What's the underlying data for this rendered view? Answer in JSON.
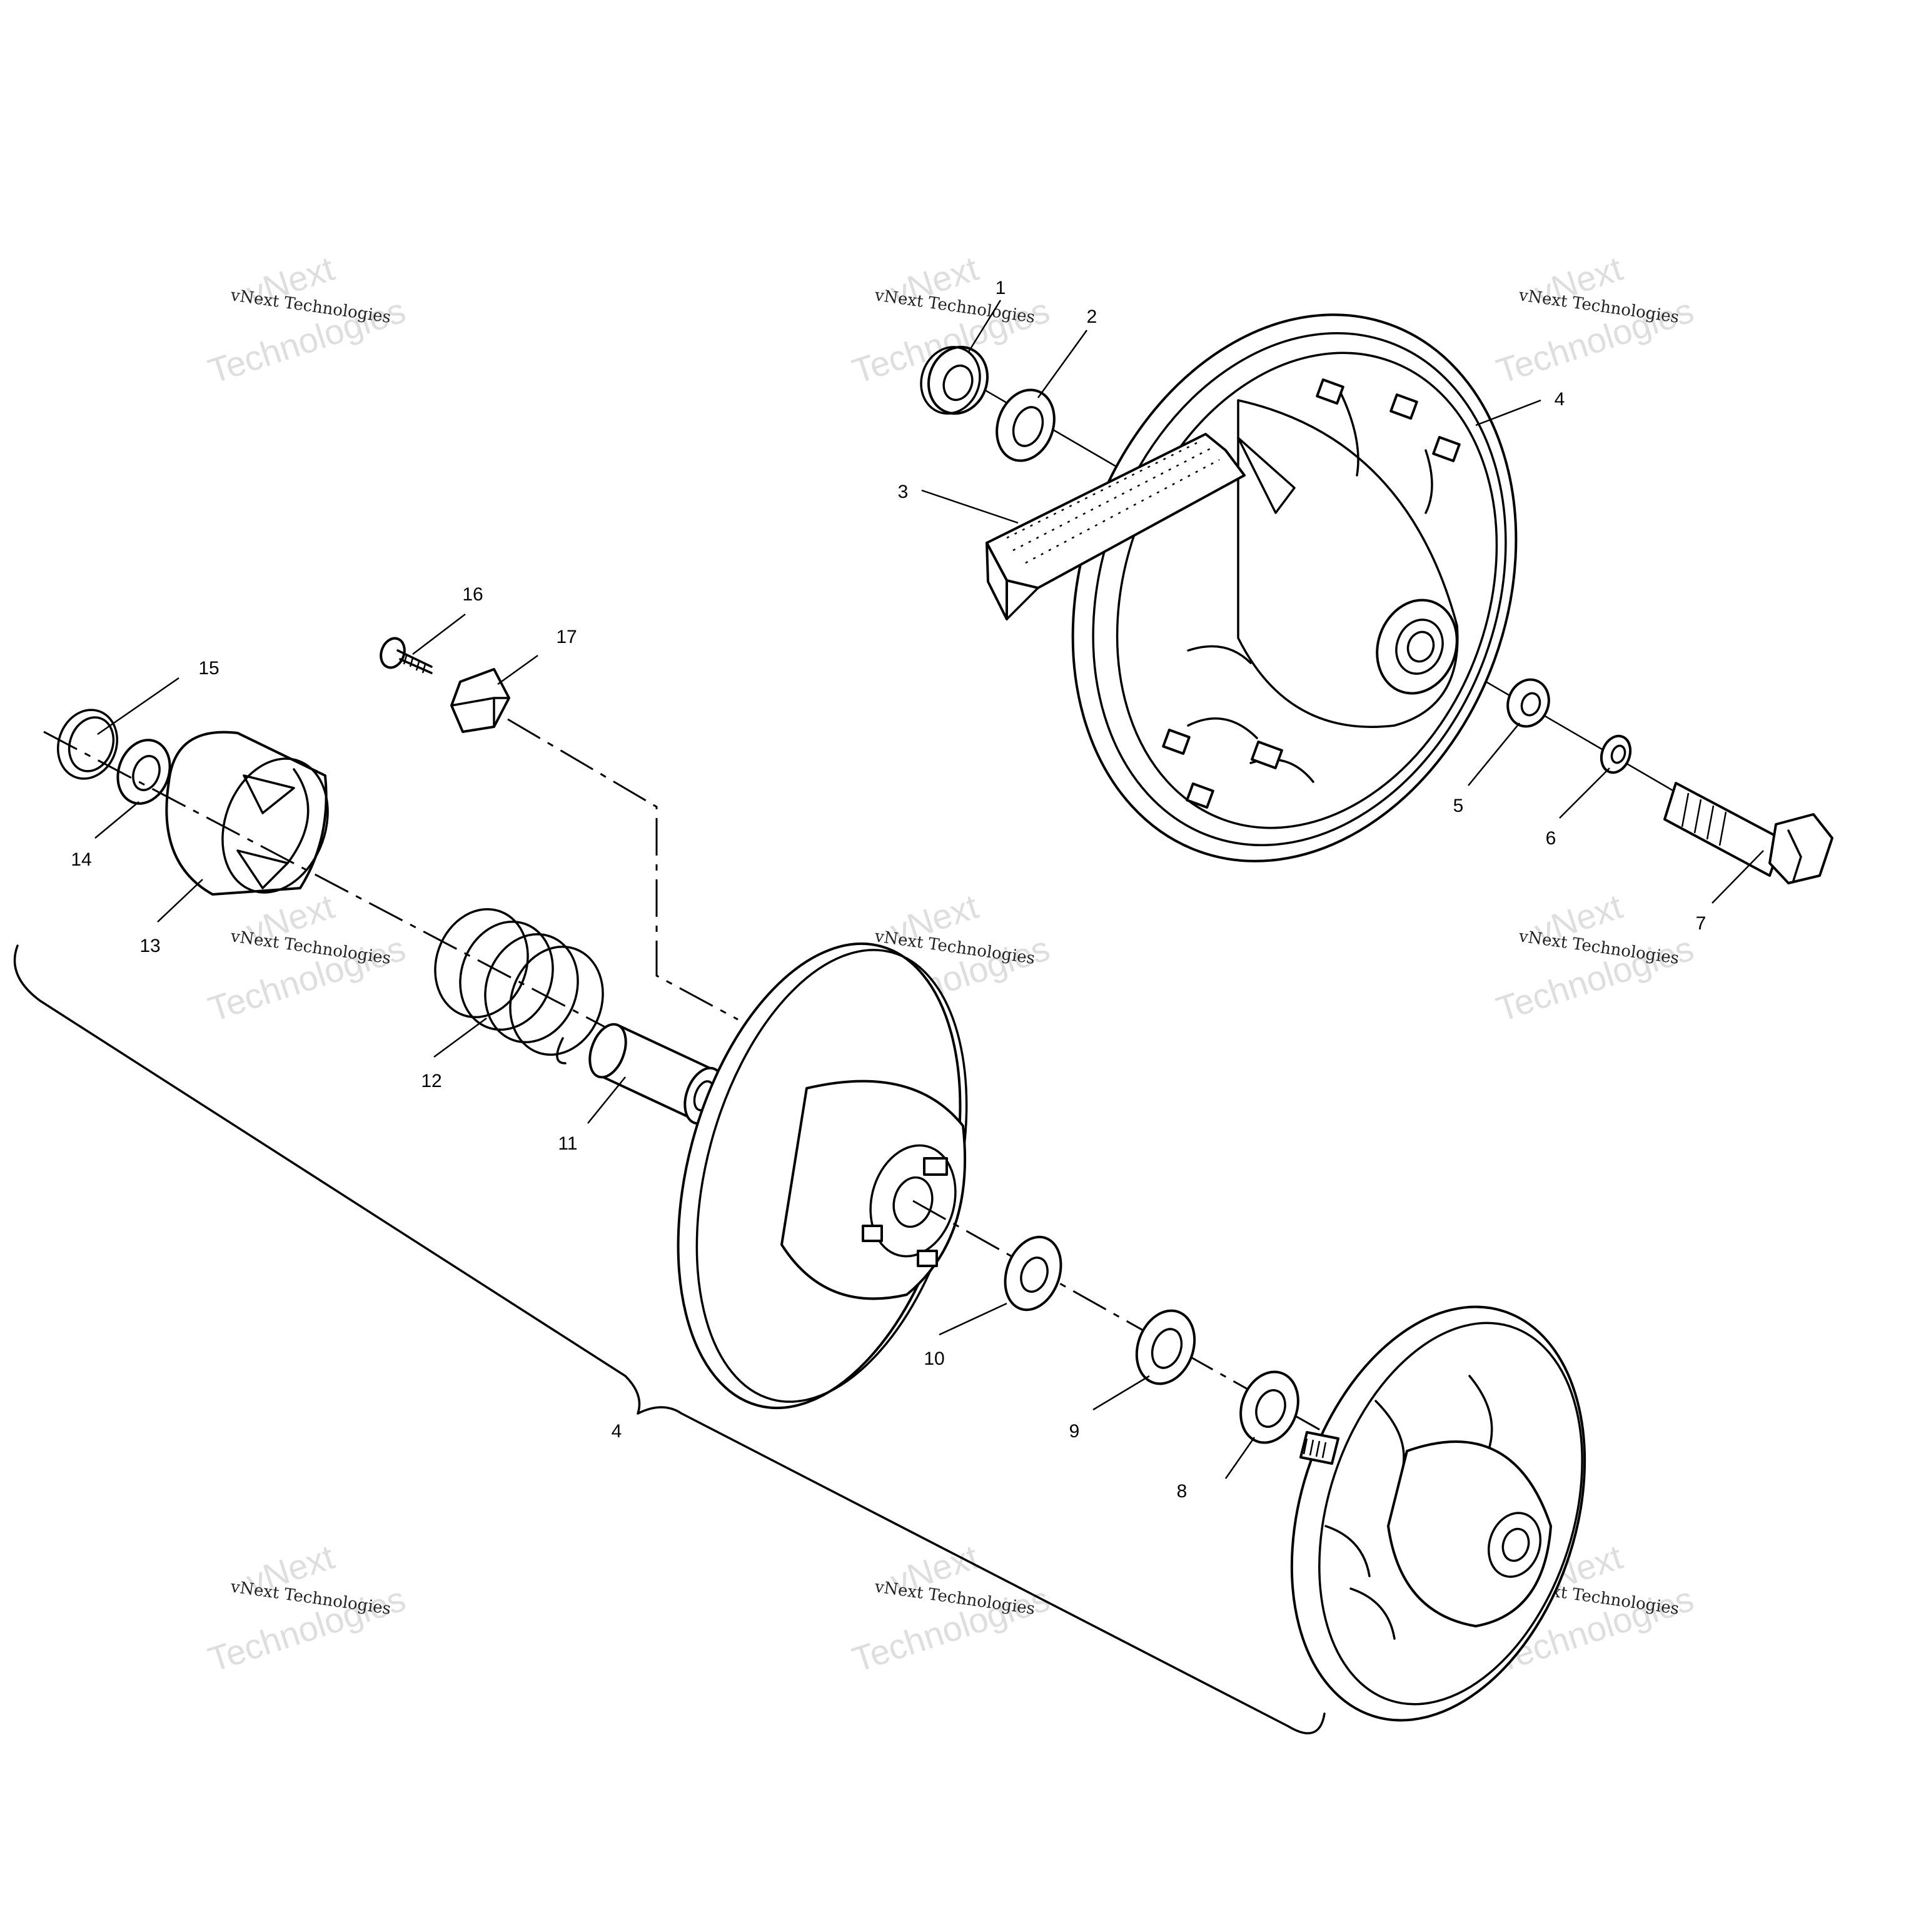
{
  "callouts": [
    {
      "id": "1",
      "label": "1"
    },
    {
      "id": "2",
      "label": "2"
    },
    {
      "id": "3",
      "label": "3"
    },
    {
      "id": "4a",
      "label": "4"
    },
    {
      "id": "5",
      "label": "5"
    },
    {
      "id": "6",
      "label": "6"
    },
    {
      "id": "7",
      "label": "7"
    },
    {
      "id": "8",
      "label": "8"
    },
    {
      "id": "9",
      "label": "9"
    },
    {
      "id": "10",
      "label": "10"
    },
    {
      "id": "11",
      "label": "11"
    },
    {
      "id": "12",
      "label": "12"
    },
    {
      "id": "13",
      "label": "13"
    },
    {
      "id": "14",
      "label": "14"
    },
    {
      "id": "15",
      "label": "15"
    },
    {
      "id": "16",
      "label": "16"
    },
    {
      "id": "17",
      "label": "17"
    },
    {
      "id": "4b",
      "label": "4"
    }
  ],
  "watermark": {
    "small_text": "vNext Technologies",
    "big_line1": "vNext",
    "big_line2": "Technologies"
  }
}
